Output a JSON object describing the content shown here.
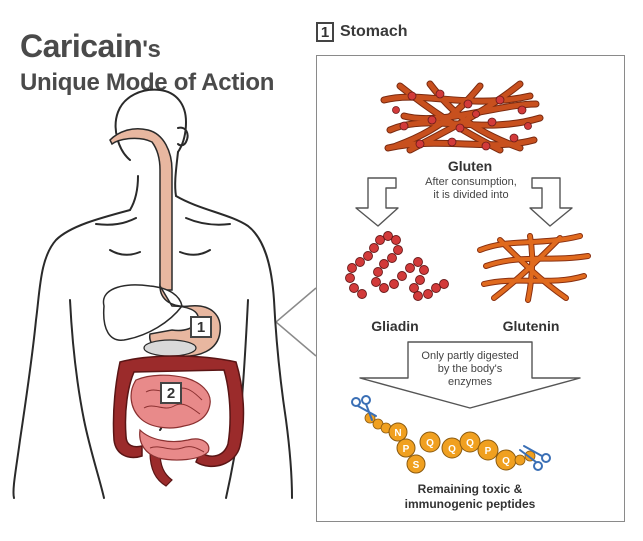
{
  "title": {
    "brand": "Caricain",
    "brand_suffix": "'s",
    "subtitle": "Unique Mode of Action"
  },
  "panel": {
    "number": "1",
    "title": "Stomach"
  },
  "labels": {
    "gluten": "Gluten",
    "after_consumption": "After consumption,",
    "divided_into": "it is divided into",
    "gliadin": "Gliadin",
    "glutenin": "Glutenin",
    "partly_1": "Only partly digested",
    "partly_2": "by the body's",
    "partly_3": "enzymes",
    "remaining_1": "Remaining toxic &",
    "remaining_2": "immunogenic peptides"
  },
  "body_markers": {
    "stomach": "1",
    "intestine": "2"
  },
  "peptide_letters": [
    "N",
    "P",
    "S",
    "Q",
    "Q",
    "Q",
    "P",
    "Q"
  ],
  "colors": {
    "gluten_fiber": "#c8501e",
    "gluten_bead": "#d23a3a",
    "glutenin": "#e06a1e",
    "peptide": "#f0a020",
    "stomach": "#e8b7a0",
    "intestine": "#9b2b2b",
    "scissors": "#3a6fb5"
  }
}
